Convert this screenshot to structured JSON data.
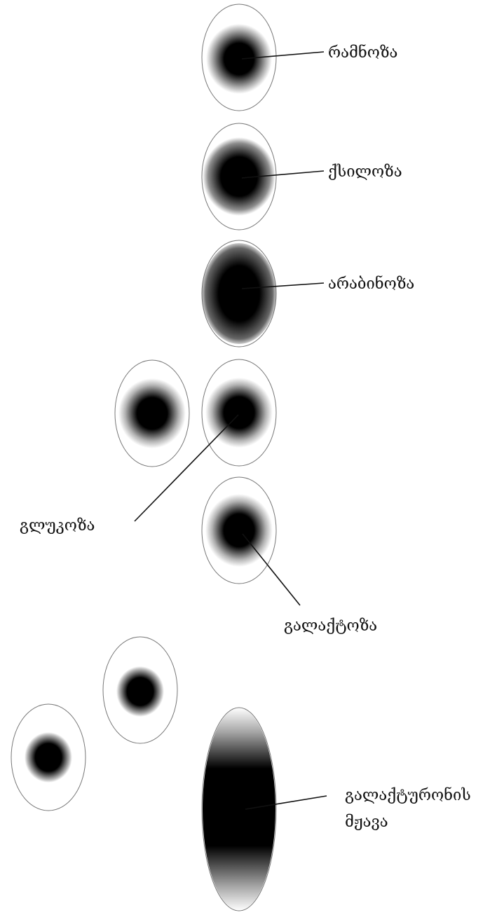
{
  "labels": {
    "rhamnose": "რამნოზა",
    "xylose": "ქსილოზა",
    "arabinose": "არაბინოზა",
    "glucose": "გლუკოზა",
    "galactose": "გალაქტოზა",
    "galacturonic_line1": "გალაქტურონის",
    "galacturonic_line2": "მჟავა"
  }
}
